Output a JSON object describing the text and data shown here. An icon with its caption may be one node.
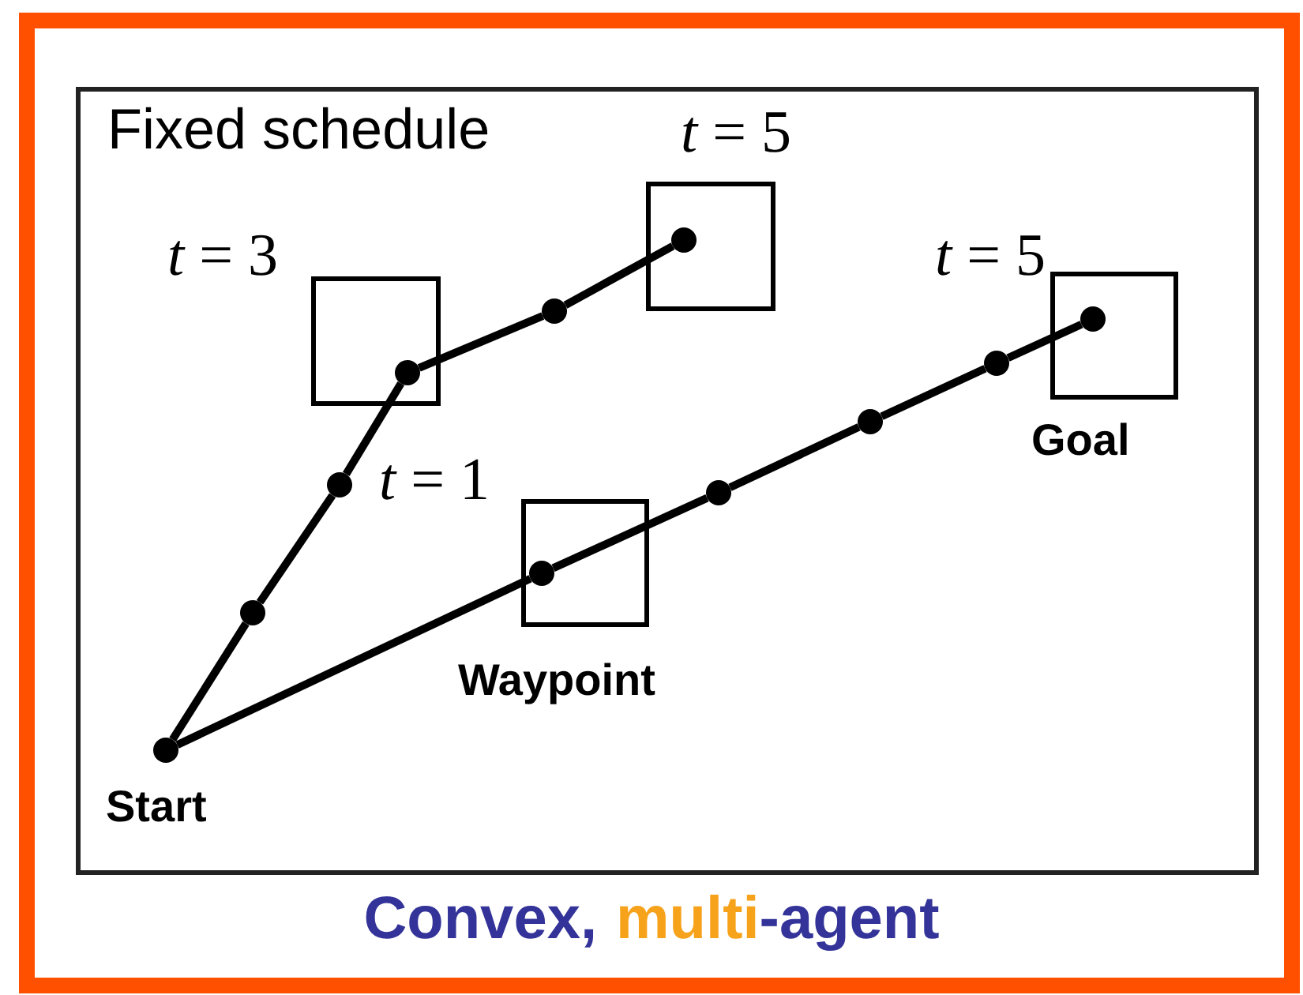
{
  "diagram": {
    "nodes": [
      {
        "text": [],
        "shape": "box"
      },
      {
        "text": [
          "Fixed schedule"
        ],
        "in": 0
      },
      {
        "text": [],
        "shape": "box",
        "in": 1,
        "beside": [
          "*t* = 3"
        ]
      },
      {
        "text": [],
        "shape": "box",
        "in": 1,
        "beside": [
          "*t* = 5"
        ]
      },
      {
        "text": [],
        "shape": "box",
        "in": 1,
        "beside": [
          "Waypoint"
        ]
      },
      {
        "text": [],
        "shape": "box",
        "in": 1,
        "beside": [
          "*t* = 5",
          "Goal"
        ]
      },
      {
        "text": [],
        "shape": "circle",
        "in": 1,
        "beside": [
          "Start"
        ]
      },
      {
        "text": [],
        "shape": "circle",
        "in": 1
      },
      {
        "text": [],
        "shape": "circle",
        "in": 1,
        "beside": [
          "*t* = 1"
        ]
      },
      {
        "text": [],
        "shape": "circle",
        "in": 2
      },
      {
        "text": [],
        "shape": "circle",
        "in": 1
      },
      {
        "text": [],
        "shape": "circle",
        "in": 3
      },
      {
        "text": [],
        "shape": "circle",
        "in": 4
      },
      {
        "text": [],
        "shape": "circle",
        "in": 1
      },
      {
        "text": [],
        "shape": "circle",
        "in": 1
      },
      {
        "text": [],
        "shape": "circle",
        "in": 1
      },
      {
        "text": [],
        "shape": "circle",
        "in": 5
      }
    ],
    "edges": [
      {
        "from": 6,
        "to": 7,
        "arrow": "none"
      },
      {
        "from": 7,
        "to": 8,
        "arrow": "none"
      },
      {
        "from": 8,
        "to": 9,
        "arrow": "none"
      },
      {
        "from": 9,
        "to": 10,
        "arrow": "none"
      },
      {
        "from": 10,
        "to": 11,
        "arrow": "none"
      },
      {
        "from": 6,
        "to": 12,
        "arrow": "none"
      },
      {
        "from": 12,
        "to": 13,
        "arrow": "none"
      },
      {
        "from": 13,
        "to": 14,
        "arrow": "none"
      },
      {
        "from": 14,
        "to": 15,
        "arrow": "none"
      },
      {
        "from": 15,
        "to": 16,
        "arrow": "none"
      }
    ],
    "labels": [
      "Convex,",
      "multi",
      "-agent"
    ]
  }
}
